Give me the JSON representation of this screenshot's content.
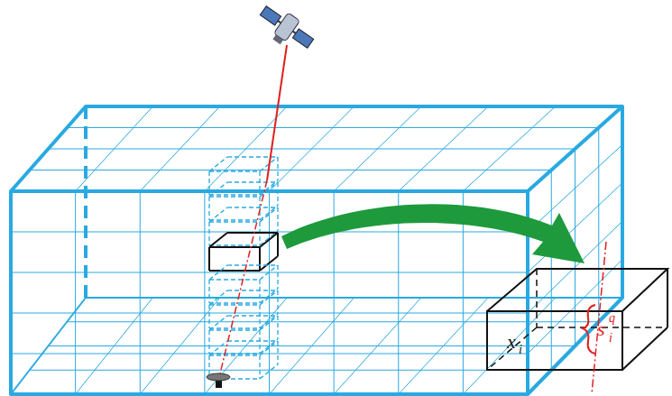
{
  "diagram": {
    "labels": [
      "x",
      "i",
      "s",
      "q",
      "i"
    ]
  }
}
